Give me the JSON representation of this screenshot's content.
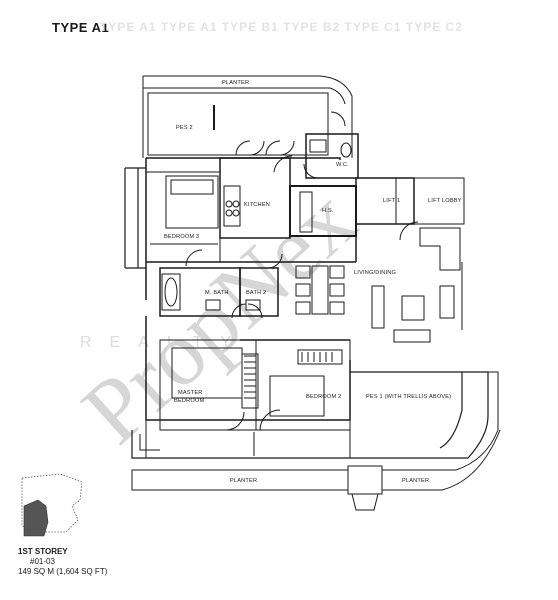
{
  "header": {
    "title": "TYPE A1",
    "ghost_text": "TYPE A1 TYPE A1 TYPE B1 TYPE B2 TYPE C1 TYPE C2"
  },
  "rooms": {
    "planter_top": "PLANTER",
    "pes2": "PES 2",
    "wc": "W.C.",
    "kitchen": "KITCHEN",
    "hs": "H.S.",
    "lift1": "LIFT 1",
    "lift_lobby": "LIFT LOBBY",
    "bedroom3": "BEDROOM 3",
    "living_dining": "LIVING/DINING",
    "m_bath": "M. BATH",
    "bath2": "BATH 2",
    "master_bedroom_1": "MASTER",
    "master_bedroom_2": "BEDROOM",
    "bedroom2": "BEDROOM 2",
    "pes1": "PES 1 (WITH TRELLIS ABOVE)",
    "planter_bottom_left": "PLANTER",
    "planter_bottom_right": "PLANTER"
  },
  "watermark": {
    "brand": "PropNex",
    "realty": "REALTY"
  },
  "footer": {
    "storey": "1ST STOREY",
    "unit": "#01-03",
    "area": "149 SQ M (1,604 SQ FT)"
  },
  "colors": {
    "line": "#1a1a1a",
    "watermark": "#d6d6d6",
    "keyplan_fill": "#555555"
  }
}
